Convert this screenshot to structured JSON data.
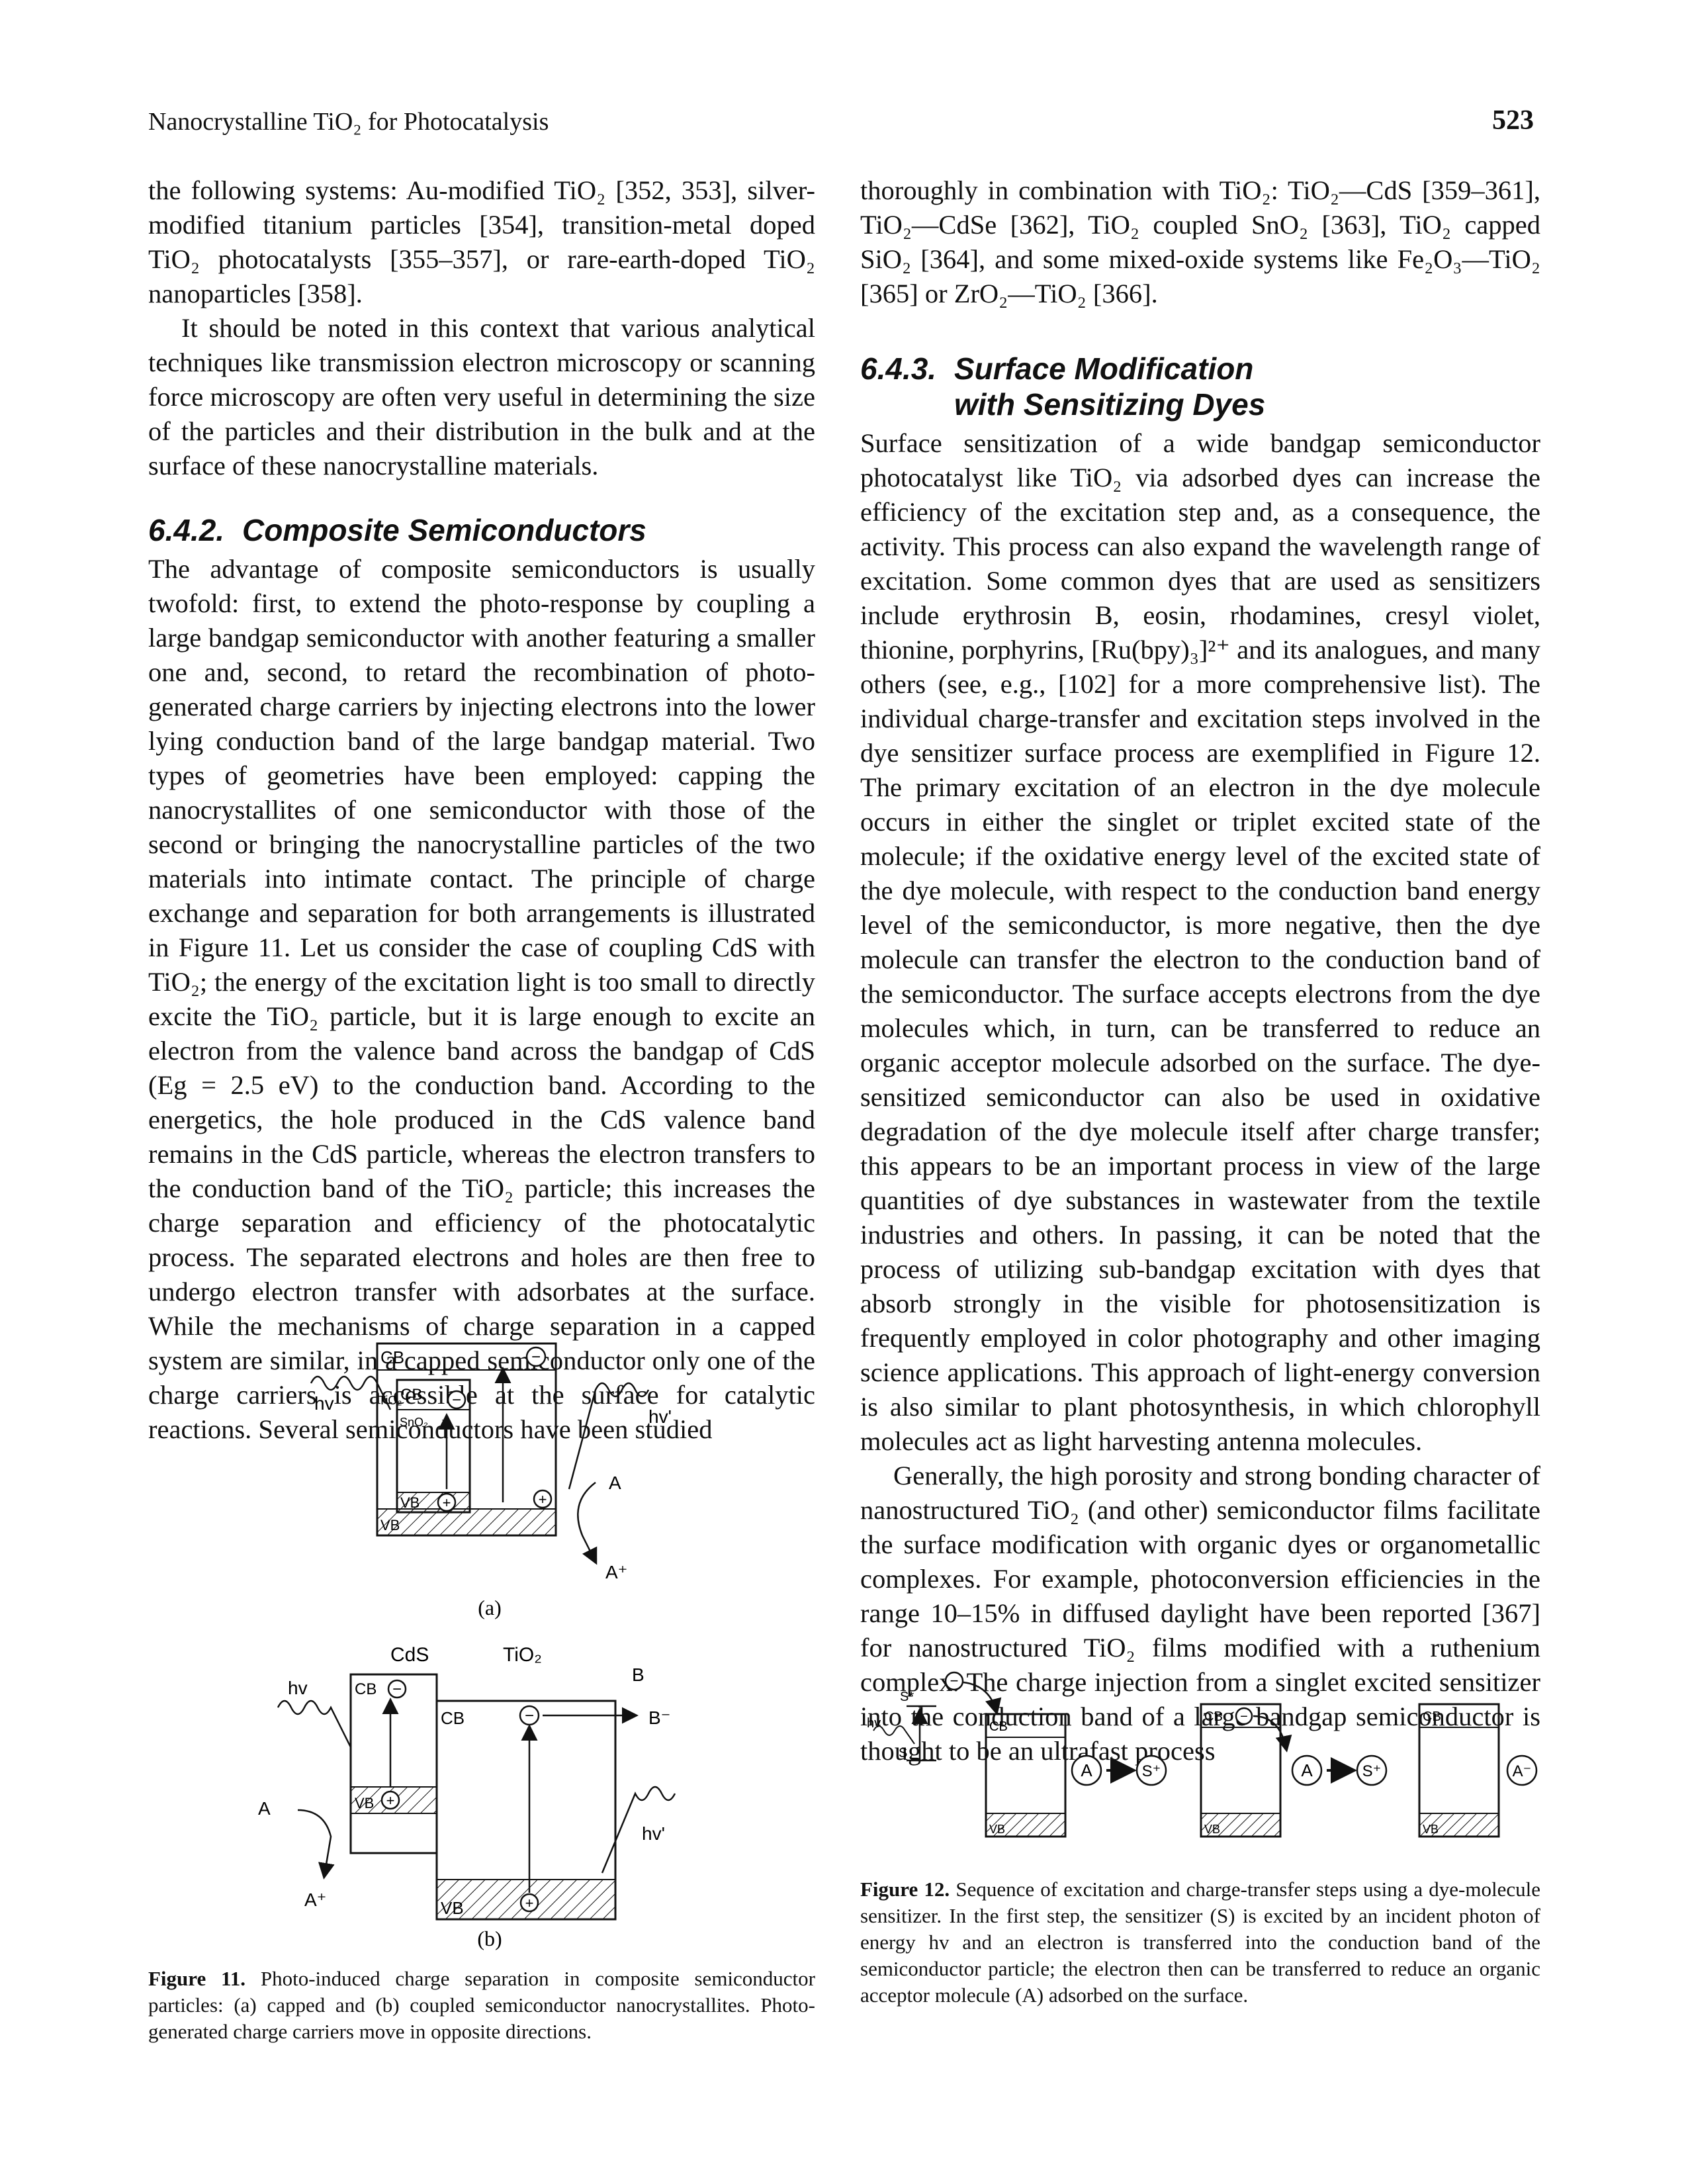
{
  "header": {
    "running_title": "Nanocrystalline TiO₂ for Photocatalysis",
    "page_number": "523"
  },
  "left_column": {
    "para1": "the following systems: Au-modified TiO₂ [352, 353], silver-modified titanium particles [354], transition-metal doped TiO₂ photocatalysts [355–357], or rare-earth-doped TiO₂ nanoparticles [358].",
    "para2": "It should be noted in this context that various analytical techniques like transmission electron microscopy or scanning force microscopy are often very useful in determining the size of the particles and their distribution in the bulk and at the surface of these nanocrystalline materials.",
    "section_642_number": "6.4.2.",
    "section_642_title": "Composite Semiconductors",
    "para3": "The advantage of composite semiconductors is usually twofold: first, to extend the photo-response by coupling a large bandgap semiconductor with another featuring a smaller one and, second, to retard the recombination of photo-generated charge carriers by injecting electrons into the lower lying conduction band of the large bandgap material. Two types of geometries have been employed: capping the nanocrystallites of one semiconductor with those of the second or bringing the nanocrystalline particles of the two materials into intimate contact. The principle of charge exchange and separation for both arrangements is illustrated in Figure 11. Let us consider the case of coupling CdS with TiO₂; the energy of the excitation light is too small to directly excite the TiO₂ particle, but it is large enough to excite an electron from the valence band across the bandgap of CdS (Eg = 2.5 eV) to the conduction band. According to the energetics, the hole produced in the CdS valence band remains in the CdS particle, whereas the electron transfers to the conduction band of the TiO₂ particle; this increases the charge separation and efficiency of the photocatalytic process. The separated electrons and holes are then free to undergo electron transfer with adsorbates at the surface. While the mechanisms of charge separation in a capped system are similar, in a capped semiconductor only one of the charge carriers is accessible at the surface for catalytic reactions. Several semiconductors have been studied"
  },
  "right_column": {
    "para1": "thoroughly in combination with TiO₂: TiO₂—CdS [359–361], TiO₂—CdSe [362], TiO₂ coupled SnO₂ [363], TiO₂ capped SiO₂ [364], and some mixed-oxide systems like Fe₂O₃—TiO₂ [365] or ZrO₂—TiO₂ [366].",
    "section_643_number": "6.4.3.",
    "section_643_title_line1": "Surface Modification",
    "section_643_title_line2": "with Sensitizing Dyes",
    "para2": "Surface sensitization of a wide bandgap semiconductor photocatalyst like TiO₂ via adsorbed dyes can increase the efficiency of the excitation step and, as a consequence, the activity. This process can also expand the wavelength range of excitation. Some common dyes that are used as sensitizers include erythrosin B, eosin, rhodamines, cresyl violet, thionine, porphyrins, [Ru(bpy)₃]²⁺ and its analogues, and many others (see, e.g., [102] for a more comprehensive list). The individual charge-transfer and excitation steps involved in the dye sensitizer surface process are exemplified in Figure 12. The primary excitation of an electron in the dye molecule occurs in either the singlet or triplet excited state of the molecule; if the oxidative energy level of the excited state of the dye molecule, with respect to the conduction band energy level of the semiconductor, is more negative, then the dye molecule can transfer the electron to the conduction band of the semiconductor. The surface accepts electrons from the dye molecules which, in turn, can be transferred to reduce an organic acceptor molecule adsorbed on the surface. The dye-sensitized semiconductor can also be used in oxidative degradation of the dye molecule itself after charge transfer; this appears to be an important process in view of the large quantities of dye substances in wastewater from the textile industries and others. In passing, it can be noted that the process of utilizing sub-bandgap excitation with dyes that absorb strongly in the visible for photosensitization is frequently employed in color photography and other imaging science applications. This approach of light-energy conversion is also similar to plant photosynthesis, in which chlorophyll molecules act as light harvesting antenna molecules.",
    "para3": "Generally, the high porosity and strong bonding character of nanostructured TiO₂ (and other) semiconductor films facilitate the surface modification with organic dyes or organometallic complexes. For example, photoconversion efficiencies in the range 10–15% in diffused daylight have been reported [367] for nanostructured TiO₂ films modified with a ruthenium complex. The charge injection from a singlet excited sensitizer into the conduction band of a large bandgap semiconductor is thought to be an ultrafast process"
  },
  "figure11": {
    "panel_a": {
      "labels": [
        "CB",
        "TiO₂",
        "CB",
        "SnO₂",
        "VB",
        "VB",
        "hv",
        "hv'",
        "A",
        "A⁺",
        "−",
        "−",
        "+",
        "+"
      ],
      "sublabel": "(a)"
    },
    "panel_b": {
      "labels": [
        "CdS",
        "TiO₂",
        "CB",
        "CB",
        "VB",
        "VB",
        "hv",
        "hv'",
        "A",
        "A⁺",
        "B",
        "B⁻",
        "−",
        "−",
        "+",
        "+"
      ],
      "sublabel": "(b)"
    },
    "caption_label": "Figure 11.",
    "caption_text": "Photo-induced charge separation in composite semiconductor particles: (a) capped and (b) coupled semiconductor nanocrystallites. Photo-generated charge carriers move in opposite directions."
  },
  "figure12": {
    "labels": [
      "S*",
      "hv",
      "S",
      "CB",
      "VB",
      "A",
      "S⁺",
      "CB",
      "VB",
      "A",
      "S⁺",
      "CB",
      "VB",
      "A⁻",
      "−",
      "−"
    ],
    "caption_label": "Figure 12.",
    "caption_text": "Sequence of excitation and charge-transfer steps using a dye-molecule sensitizer. In the first step, the sensitizer (S) is excited by an incident photon of energy hv and an electron is transferred into the conduction band of the semiconductor particle; the electron then can be transferred to reduce an organic acceptor molecule (A) adsorbed on the surface."
  }
}
